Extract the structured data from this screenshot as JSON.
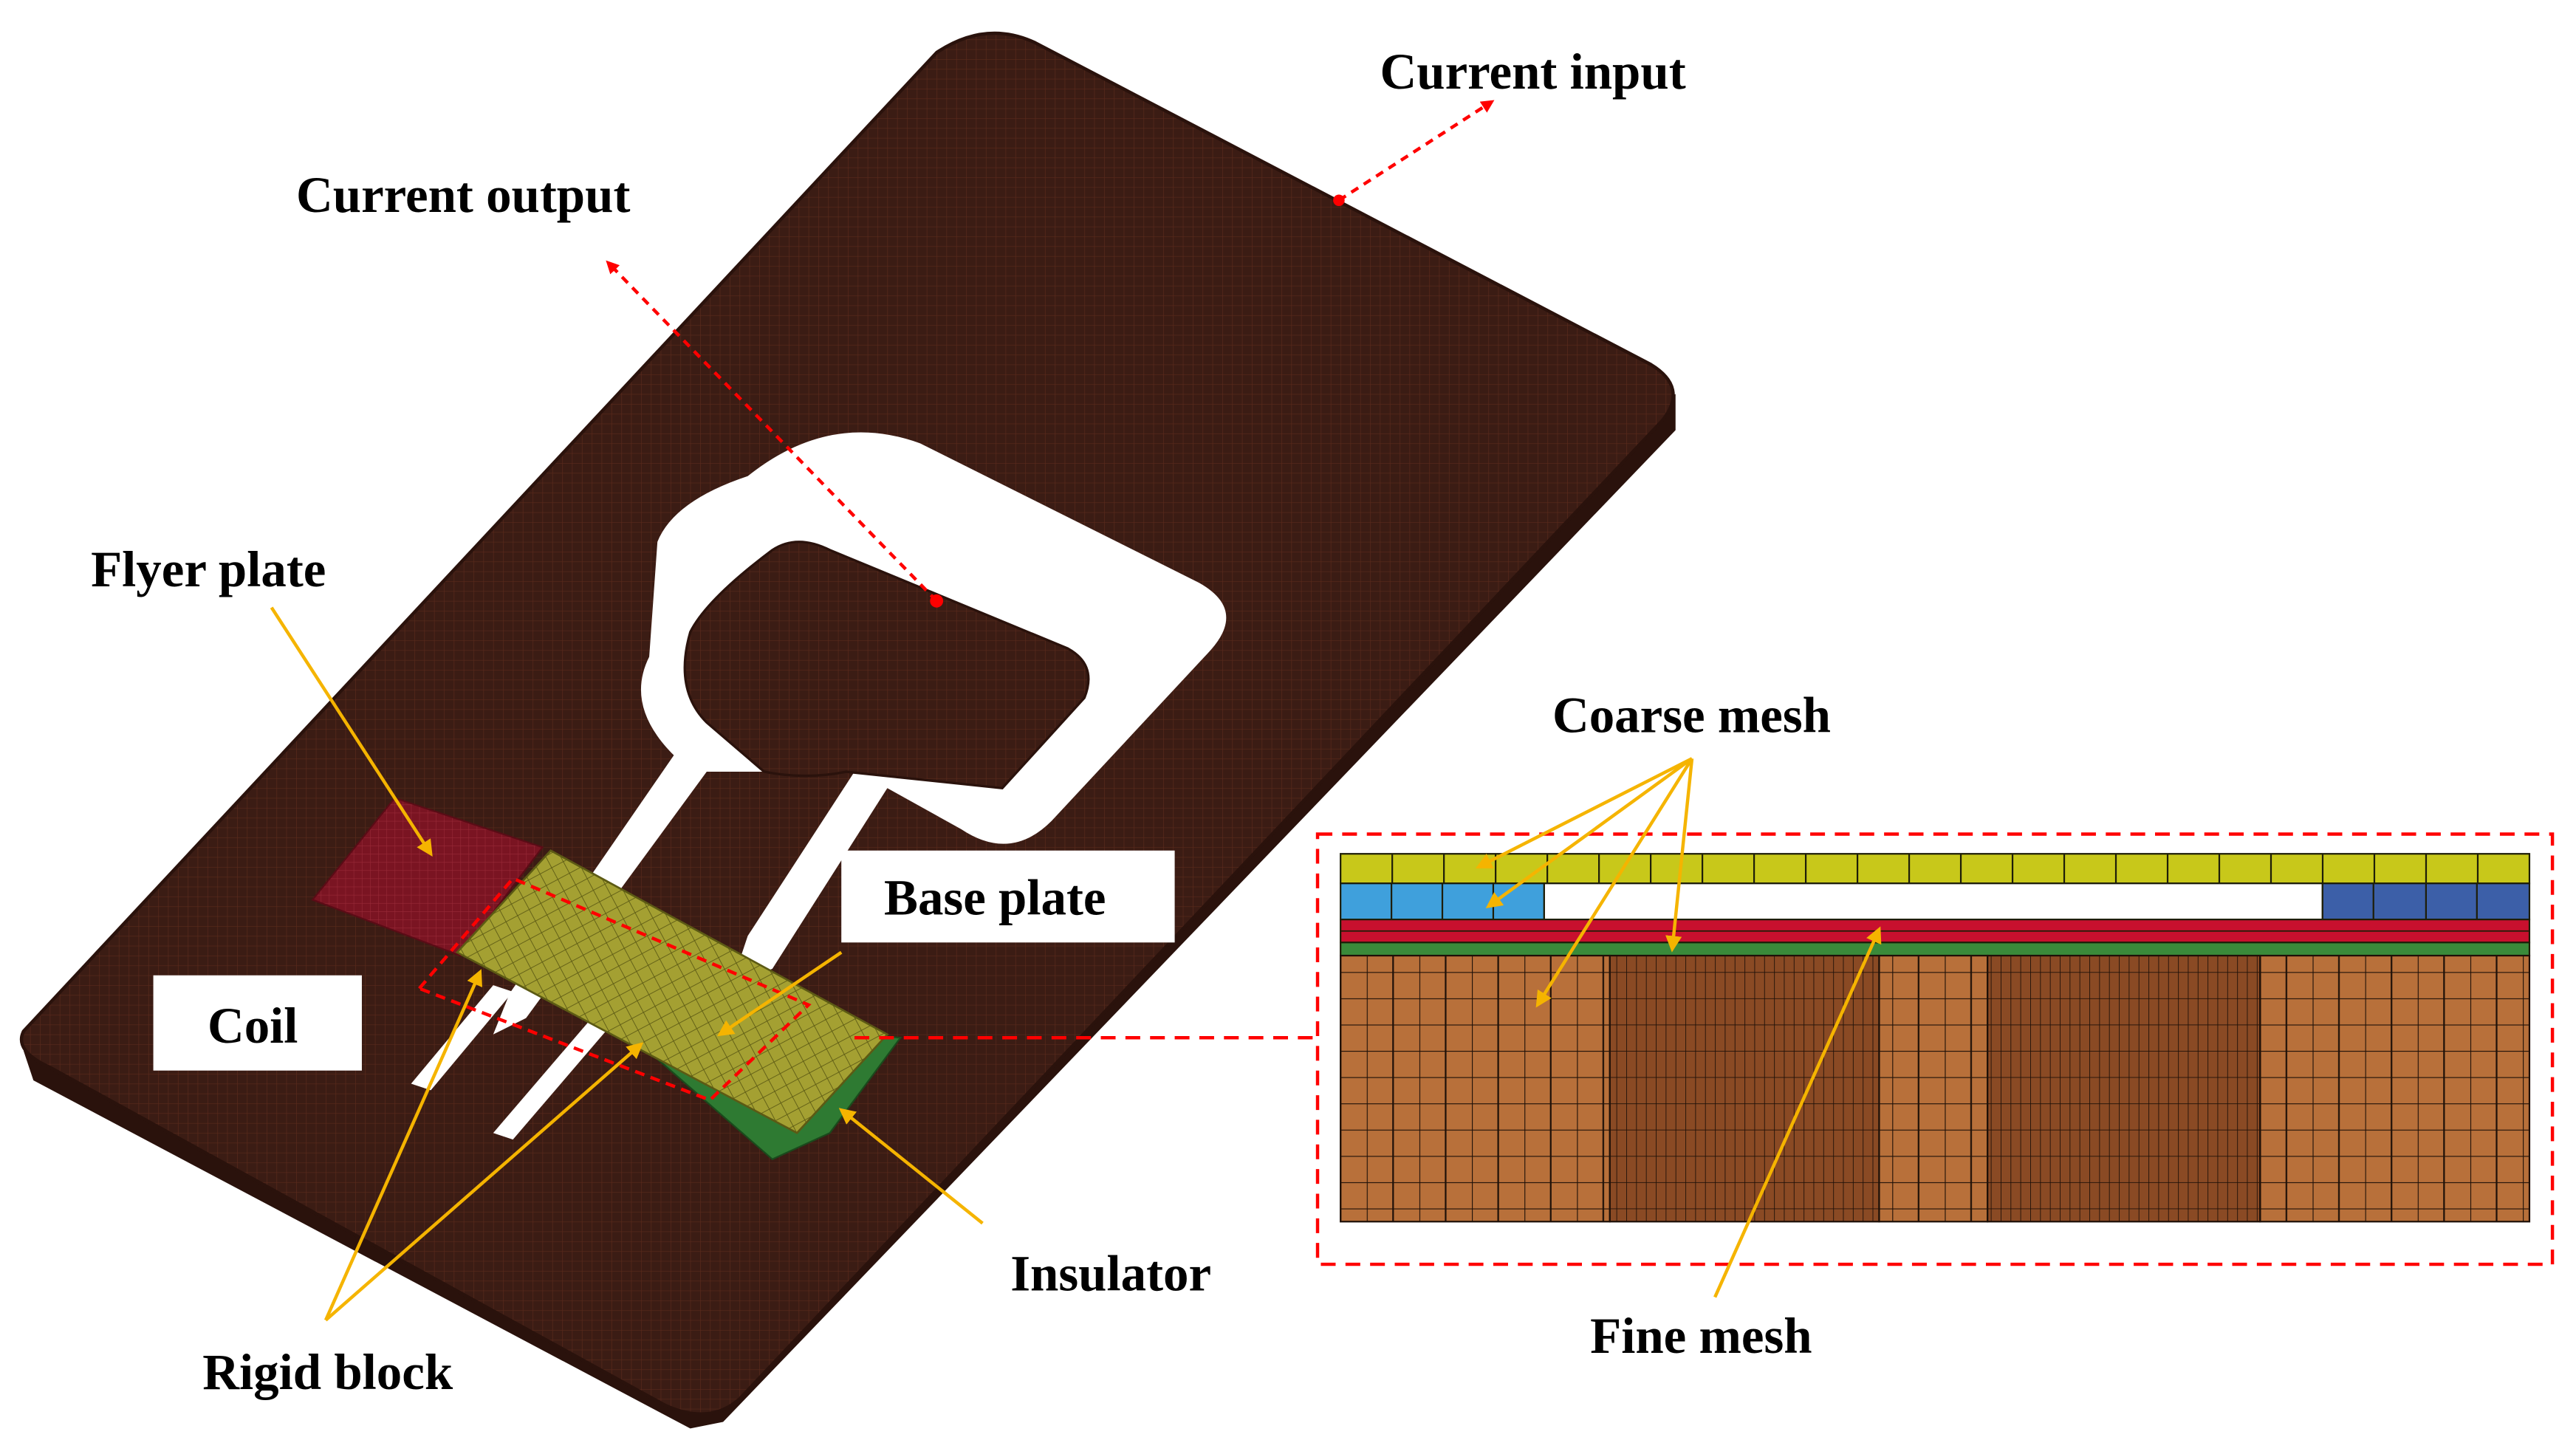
{
  "labels": {
    "current_input": "Current input",
    "current_output": "Current output",
    "flyer_plate": "Flyer plate",
    "base_plate": "Base plate",
    "coil": "Coil",
    "insulator": "Insulator",
    "rigid_block": "Rigid block",
    "coarse_mesh": "Coarse mesh",
    "fine_mesh": "Fine mesh"
  },
  "colors": {
    "coil_body": "#3b1c14",
    "coil_mesh_line": "#5a2a1c",
    "flyer_plate": "#7a1422",
    "base_plate": "#a4a032",
    "insulator": "#2e7a32",
    "rigid_block_section": "#b8703a",
    "coarse_top_layer": "#c8c81a",
    "light_blue_block": "#3fa0dc",
    "dark_blue_block": "#3c5fa8",
    "red_layer": "#c8102e",
    "green_layer": "#3a8a3a",
    "leader_red": "#ff0000",
    "leader_orange": "#f5b400"
  }
}
